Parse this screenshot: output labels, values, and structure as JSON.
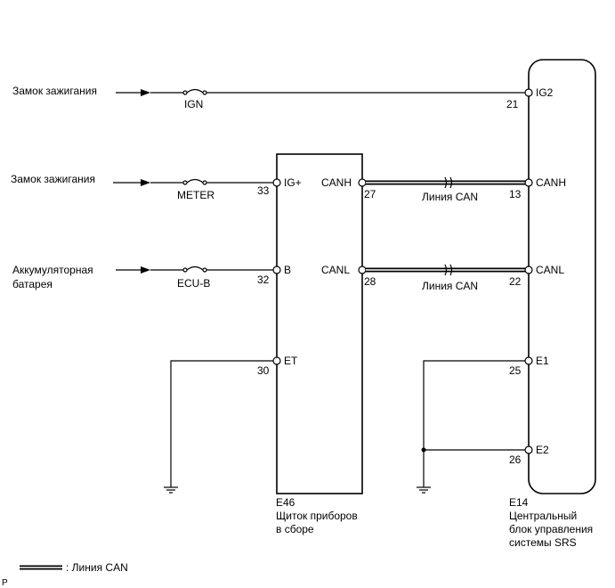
{
  "sources": {
    "ign_source": "Замок зажигания",
    "meter_source": "Замок зажигания",
    "battery_line1": "Аккумуляторная",
    "battery_line2": "батарея"
  },
  "fuses": {
    "ign": "IGN",
    "meter": "METER",
    "ecub": "ECU-B"
  },
  "meter": {
    "code": "E46",
    "name_line1": "Щиток приборов",
    "name_line2": "в сборе",
    "pins": {
      "igp_label": "IG+",
      "igp_num": "33",
      "b_label": "B",
      "b_num": "32",
      "et_label": "ET",
      "et_num": "30",
      "canh_label": "CANH",
      "canh_num": "27",
      "canl_label": "CANL",
      "canl_num": "28"
    }
  },
  "srs": {
    "code": "E14",
    "name_line1": "Центральный",
    "name_line2": "блок управления",
    "name_line3": "системы SRS",
    "pins": {
      "ig2_label": "IG2",
      "ig2_num": "21",
      "canh_label": "CANH",
      "canh_num": "13",
      "canl_label": "CANL",
      "canl_num": "22",
      "e1_label": "E1",
      "e1_num": "25",
      "e2_label": "E2",
      "e2_num": "26"
    }
  },
  "can_lines": {
    "h_label": "Линия CAN",
    "l_label": "Линия CAN"
  },
  "legend": {
    "text": ": Линия CAN"
  },
  "corner_mark": "P"
}
